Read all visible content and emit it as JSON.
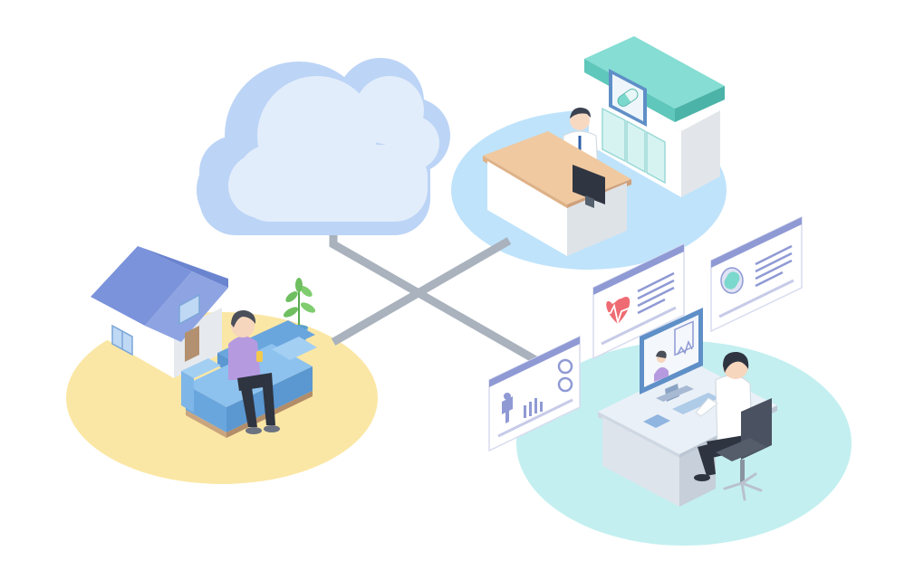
{
  "scene": {
    "nodes": [
      {
        "id": "cloud",
        "icon": "cloud-icon"
      },
      {
        "id": "home",
        "icon": "house-icon"
      },
      {
        "id": "pharmacy",
        "icon": "pharmacy-icon"
      },
      {
        "id": "clinic",
        "icon": "doctor-desk-icon"
      }
    ],
    "panels": [
      {
        "id": "panel-heart",
        "icon": "heart-pulse-icon"
      },
      {
        "id": "panel-pill",
        "icon": "pill-icon"
      },
      {
        "id": "panel-stats",
        "icon": "person-bar-chart-icon"
      }
    ]
  },
  "colors": {
    "cloud": "#cfe2f8",
    "connector": "#a9b2bd",
    "home_base": "#fbe7a5",
    "pharmacy_base": "#bfe3fb",
    "clinic_base": "#c3eff0",
    "house_roof": "#7b93db",
    "pharmacy_roof": "#7bd8cc",
    "sofa": "#7fb6e8",
    "panel_header": "#8f9ad4",
    "heart": "#ef6b73"
  }
}
